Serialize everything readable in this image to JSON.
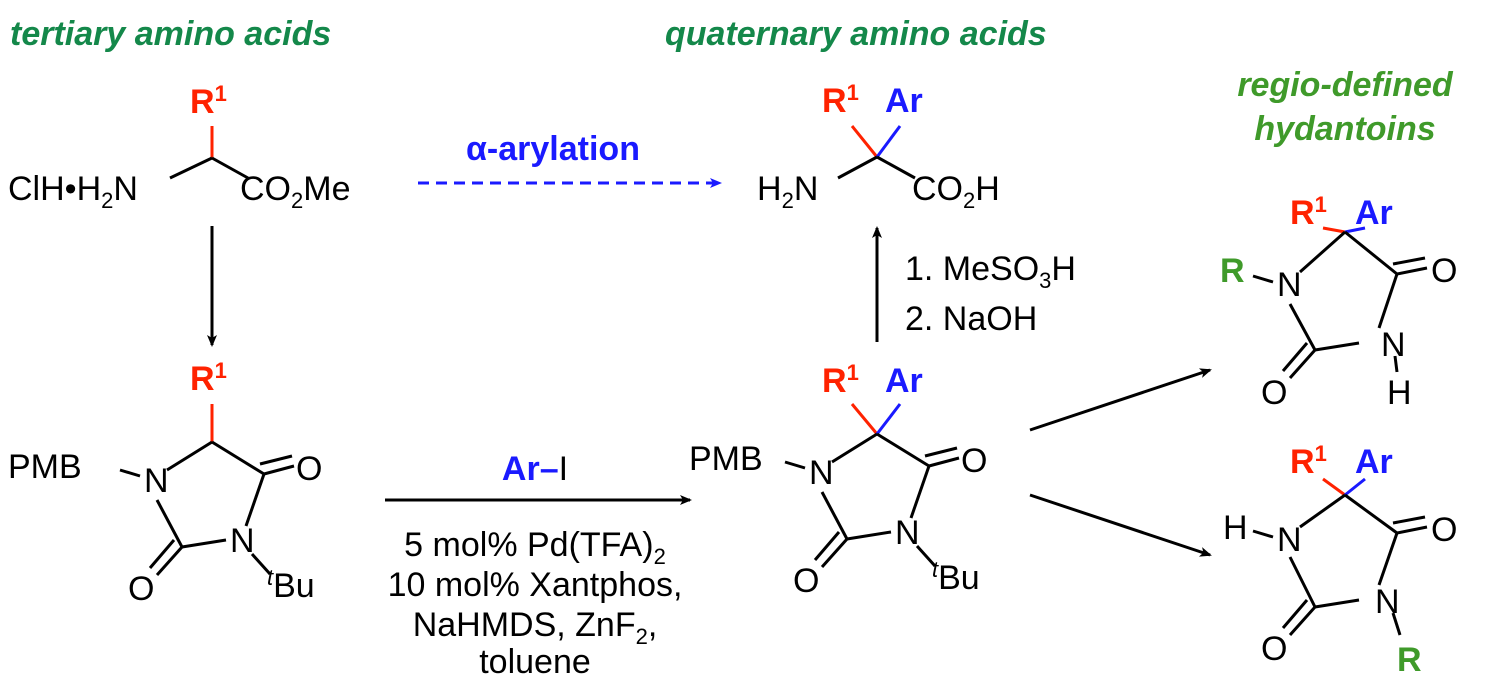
{
  "headers": {
    "tertiary": "tertiary amino acids",
    "quaternary": "quaternary amino acids",
    "regio_line1": "regio-defined",
    "regio_line2": "hydantoins"
  },
  "labels": {
    "R1_R": "R",
    "R1_sup": "1",
    "Ar": "Ar",
    "R": "R",
    "N": "N",
    "O": "O",
    "H": "H",
    "PMB": "PMB",
    "tBu_t": "t",
    "tBu_Bu": "Bu"
  },
  "start_material": {
    "left": "ClH•H",
    "sub": "2",
    "n": "N",
    "ester": "CO",
    "ester_sub": "2",
    "ester_end": "Me"
  },
  "product_acid": {
    "left": "H",
    "sub": "2",
    "n": "N",
    "acid": "CO",
    "acid_sub": "2",
    "acid_end": "H"
  },
  "arylation": {
    "label": "α-arylation",
    "color": "#1a1aff"
  },
  "deprotection": {
    "step1": "1. MeSO",
    "step1_sub": "3",
    "step1_end": "H",
    "step2": "2. NaOH"
  },
  "coupling": {
    "reagent_ar": "Ar–",
    "reagent_i": "I",
    "line1": "5 mol% Pd(TFA)",
    "line1_sub": "2",
    "line2": "10 mol% Xantphos,",
    "line3": "NaHMDS, ZnF",
    "line3_sub": "2",
    "line3_end": ",",
    "line4": "toluene"
  },
  "colors": {
    "red": "#ff2200",
    "blue": "#1a1aff",
    "green": "#3f9a2a",
    "header_green": "#14884a"
  }
}
